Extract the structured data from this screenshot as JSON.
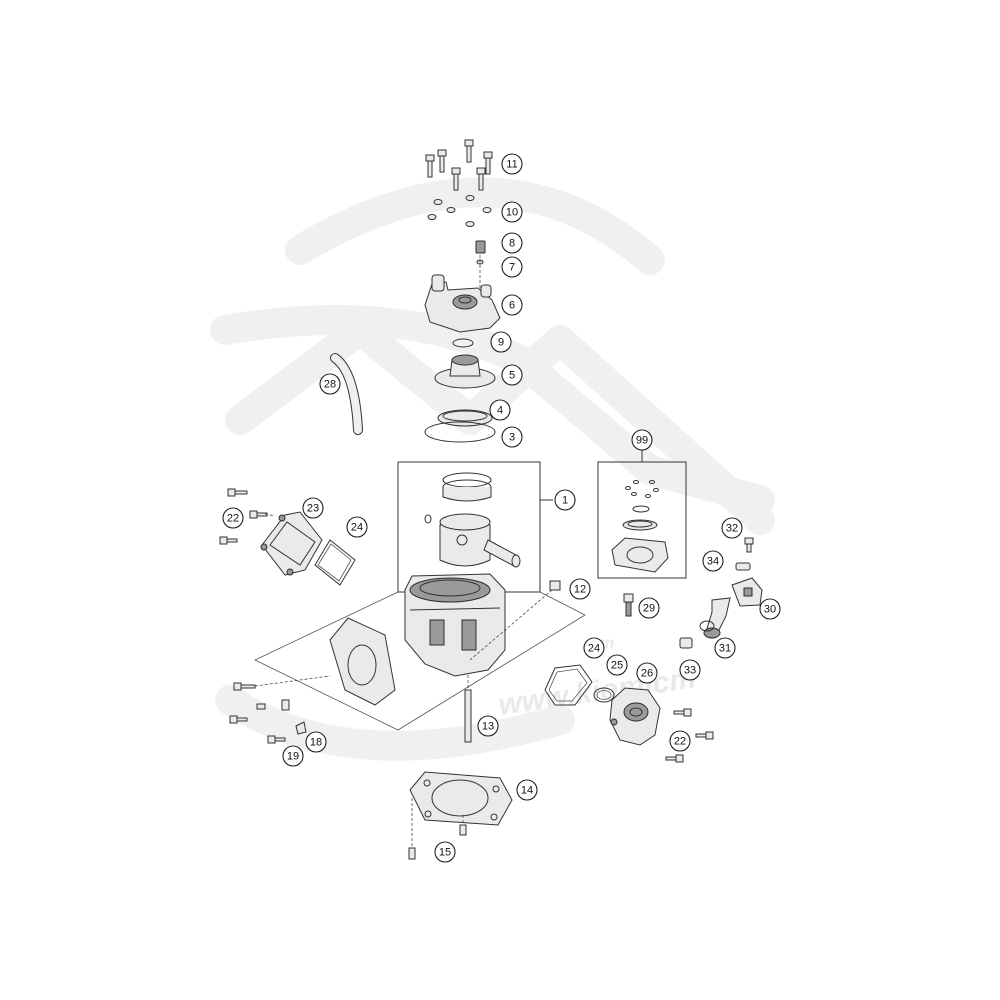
{
  "watermark": {
    "text_small": "m",
    "text_url": "www.kiomicm"
  },
  "callouts": [
    {
      "id": "11",
      "label": "11"
    },
    {
      "id": "10",
      "label": "10"
    },
    {
      "id": "8",
      "label": "8"
    },
    {
      "id": "7",
      "label": "7"
    },
    {
      "id": "6",
      "label": "6"
    },
    {
      "id": "9",
      "label": "9"
    },
    {
      "id": "5",
      "label": "5"
    },
    {
      "id": "28",
      "label": "28"
    },
    {
      "id": "4",
      "label": "4"
    },
    {
      "id": "3",
      "label": "3"
    },
    {
      "id": "99",
      "label": "99"
    },
    {
      "id": "1",
      "label": "1"
    },
    {
      "id": "23",
      "label": "23"
    },
    {
      "id": "22a",
      "label": "22"
    },
    {
      "id": "24a",
      "label": "24"
    },
    {
      "id": "32",
      "label": "32"
    },
    {
      "id": "34",
      "label": "34"
    },
    {
      "id": "12",
      "label": "12"
    },
    {
      "id": "29",
      "label": "29"
    },
    {
      "id": "30",
      "label": "30"
    },
    {
      "id": "24b",
      "label": "24"
    },
    {
      "id": "25",
      "label": "25"
    },
    {
      "id": "26",
      "label": "26"
    },
    {
      "id": "31",
      "label": "31"
    },
    {
      "id": "33",
      "label": "33"
    },
    {
      "id": "13",
      "label": "13"
    },
    {
      "id": "22b",
      "label": "22"
    },
    {
      "id": "18",
      "label": "18"
    },
    {
      "id": "19",
      "label": "19"
    },
    {
      "id": "14",
      "label": "14"
    },
    {
      "id": "15",
      "label": "15"
    }
  ]
}
